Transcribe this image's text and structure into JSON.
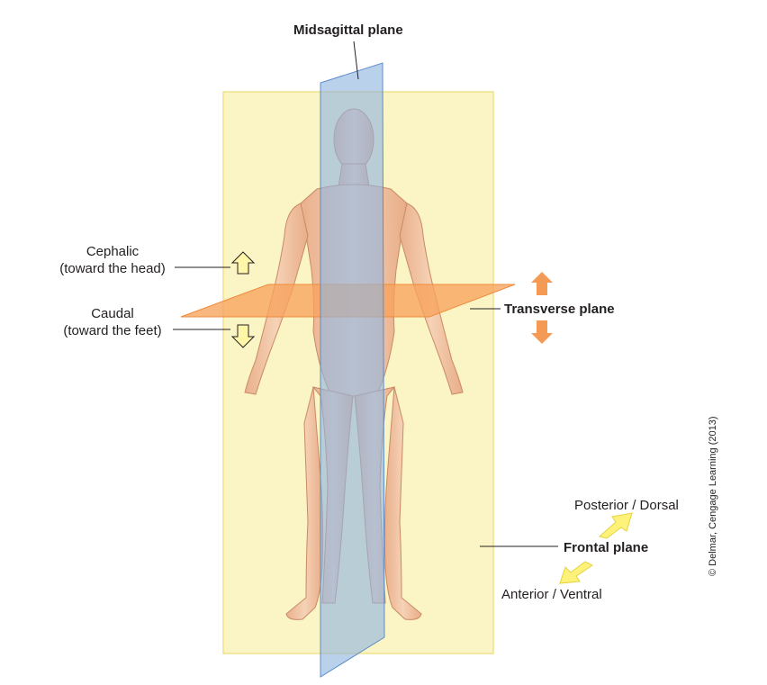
{
  "labels": {
    "midsagittal": "Midsagittal plane",
    "cephalic": "Cephalic",
    "cephalic_sub": "(toward the head)",
    "caudal": "Caudal",
    "caudal_sub": "(toward the feet)",
    "transverse": "Transverse plane",
    "frontal": "Frontal plane",
    "posterior": "Posterior / Dorsal",
    "anterior": "Anterior / Ventral"
  },
  "copyright": "© Delmar, Cengage Learning (2013)",
  "colors": {
    "frontal_plane": "#fbf4c4",
    "frontal_edge": "#efe28a",
    "midsagittal_plane": "#8fb4e0",
    "transverse_plane": "#f7a35c",
    "skin": "#f3c6a4",
    "arrow_yellow": "#fff6a8",
    "arrow_orange": "#f59a55"
  }
}
